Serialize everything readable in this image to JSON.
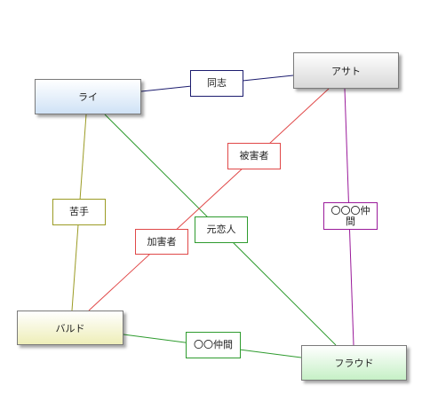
{
  "nodes": {
    "rai": {
      "label": "ライ"
    },
    "asato": {
      "label": "アサト"
    },
    "baldo": {
      "label": "バルド"
    },
    "fraud": {
      "label": "フラウド"
    }
  },
  "relations": {
    "doushi": {
      "label": "同志",
      "color": "#1c1c6e"
    },
    "higaisha": {
      "label": "被害者",
      "color": "#e04848"
    },
    "kagaisha": {
      "label": "加害者",
      "color": "#e04848"
    },
    "nigate": {
      "label": "苦手",
      "color": "#9b9b24"
    },
    "motokoi": {
      "label": "元恋人",
      "color": "#2e9b2e"
    },
    "nakama3": {
      "label": "〇〇〇仲間",
      "color": "#9a1a9a"
    },
    "nakama2": {
      "label": "〇〇仲間",
      "color": "#2e9b2e"
    }
  }
}
